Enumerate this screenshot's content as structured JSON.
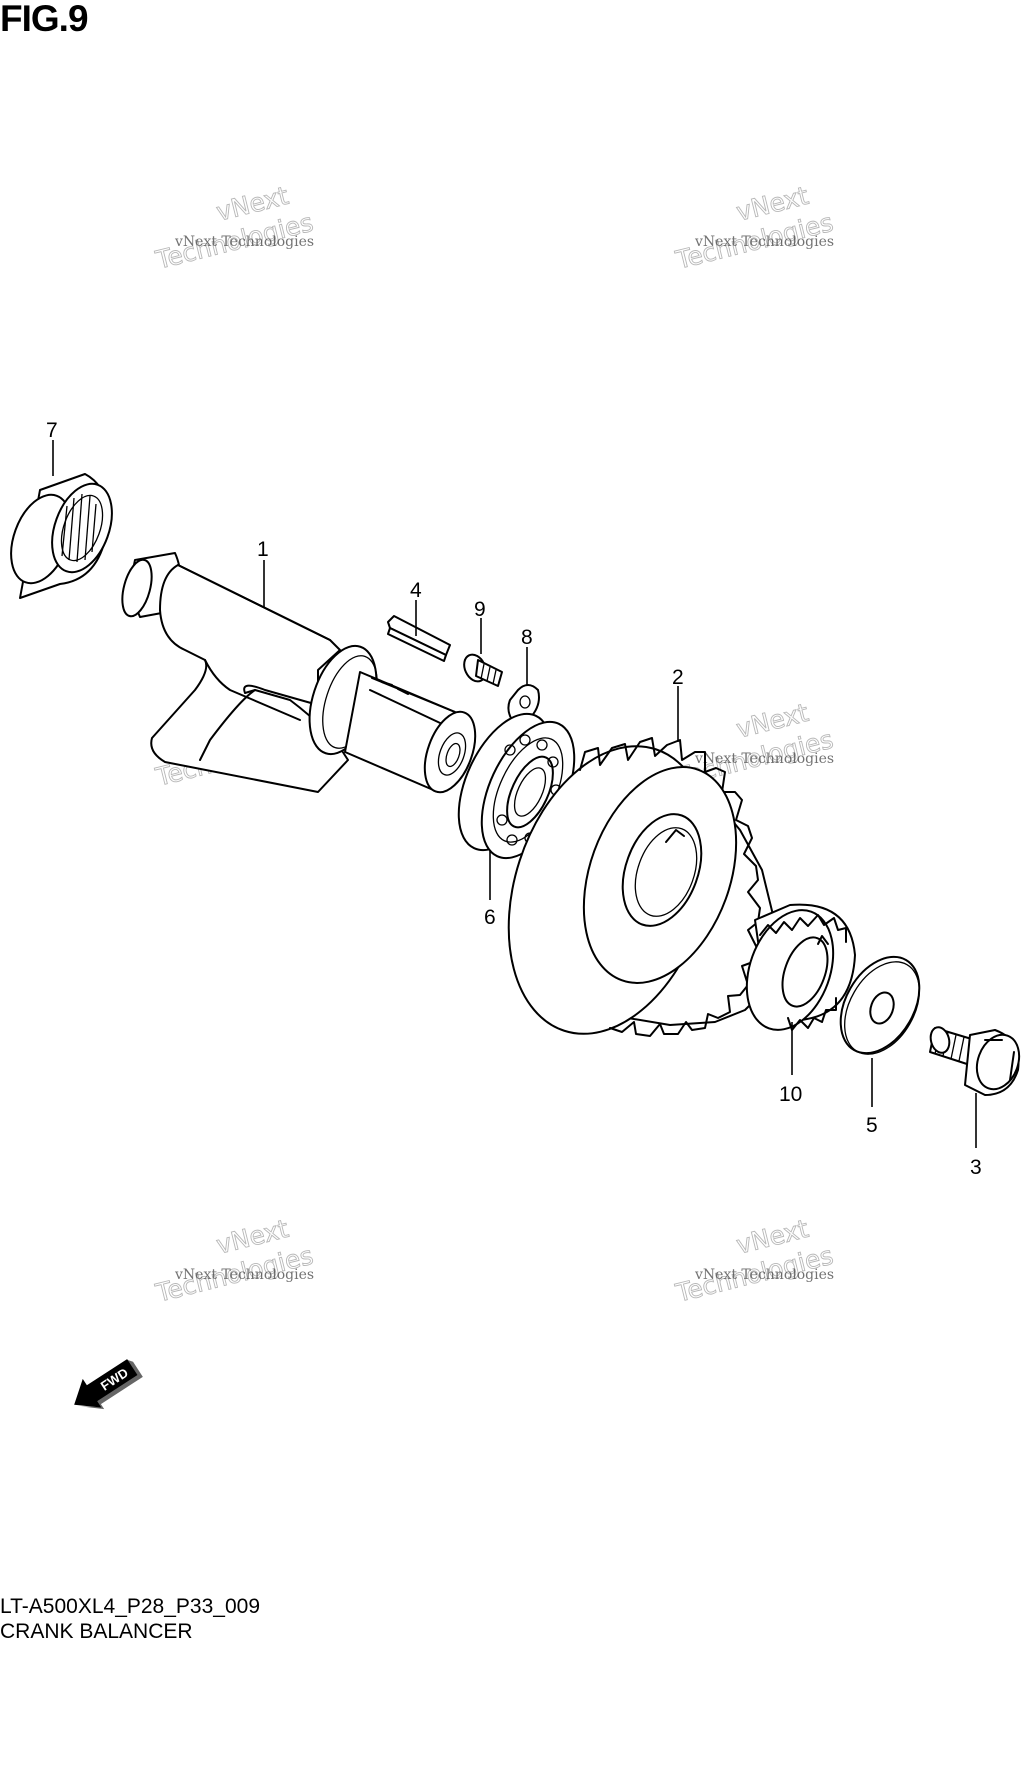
{
  "figure_title": "FIG.9",
  "footer": {
    "code": "LT-A500XL4_P28_P33_009",
    "name": "CRANK BALANCER"
  },
  "watermark": {
    "line1": "vNext Technologies",
    "line2": "vNext",
    "line3": "Technologies"
  },
  "fwd_label": "FWD",
  "callouts": {
    "c1": "1",
    "c2": "2",
    "c3": "3",
    "c4": "4",
    "c5": "5",
    "c6": "6",
    "c7": "7",
    "c8": "8",
    "c9": "9",
    "c10": "10"
  },
  "icons": {
    "fwd": "fwd-arrow-icon"
  }
}
